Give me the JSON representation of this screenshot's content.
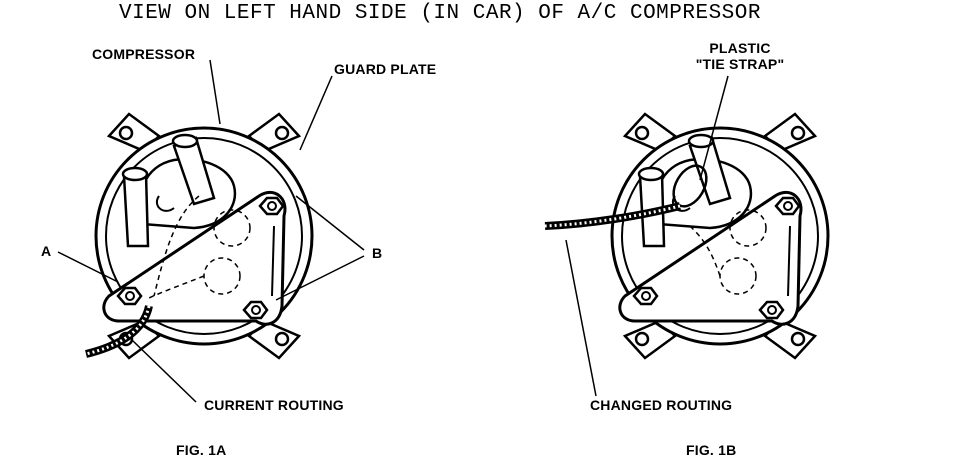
{
  "title": "VIEW ON LEFT HAND SIDE (IN CAR) OF A/C COMPRESSOR",
  "labels": {
    "compressor": "COMPRESSOR",
    "guard_plate": "GUARD PLATE",
    "a": "A",
    "b": "B",
    "current_routing": "CURRENT ROUTING",
    "plastic": "PLASTIC",
    "tie_strap": "\"TIE STRAP\"",
    "changed_routing": "CHANGED ROUTING",
    "fig1a": "FIG. 1A",
    "fig1b": "FIG. 1B"
  }
}
